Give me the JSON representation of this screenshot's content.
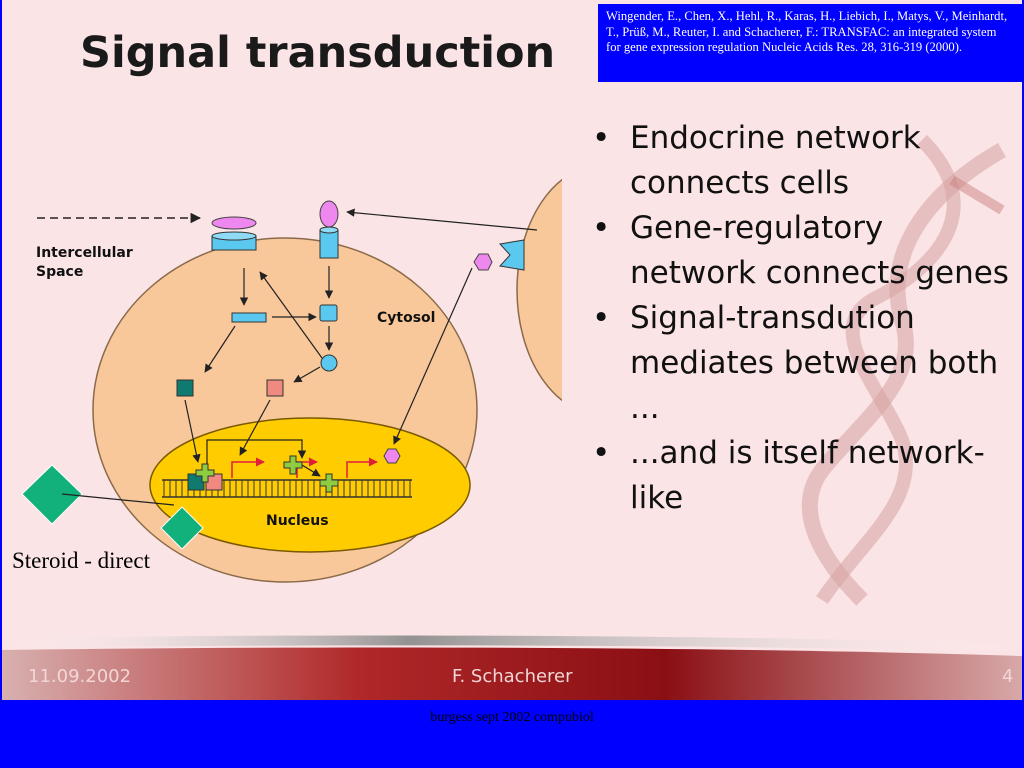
{
  "slide": {
    "title": "Signal transduction",
    "citation": "Wingender, E., Chen, X., Hehl, R., Karas, H., Liebich, I., Matys, V., Meinhardt, T., Prüß, M., Reuter, I. and Schacherer, F.: TRANSFAC: an integrated system for gene expression regulation Nucleic Acids Res. 28, 316-319 (2000).",
    "bullets": [
      "Endocrine network connects cells",
      "Gene-regulatory network connects genes",
      "Signal-transdution mediates between both ...",
      "...and is itself network-like"
    ],
    "diagram_labels": {
      "intercellular": "Intercellular",
      "space": "Space",
      "cytosol": "Cytosol",
      "nucleus": "Nucleus"
    },
    "caption": "Steroid - direct"
  },
  "footer": {
    "date": "11.09.2002",
    "author": "F. Schacherer",
    "page": "4"
  },
  "credit": "burgess sept 2002 compubiol",
  "colors": {
    "slide_bg": "#fbe4e6",
    "outer_bg": "#0000ff",
    "cell": "#f9c89a",
    "nucleus": "#ffcc00",
    "receptor": "#5bc8ef",
    "diamond": "#12b07a"
  }
}
